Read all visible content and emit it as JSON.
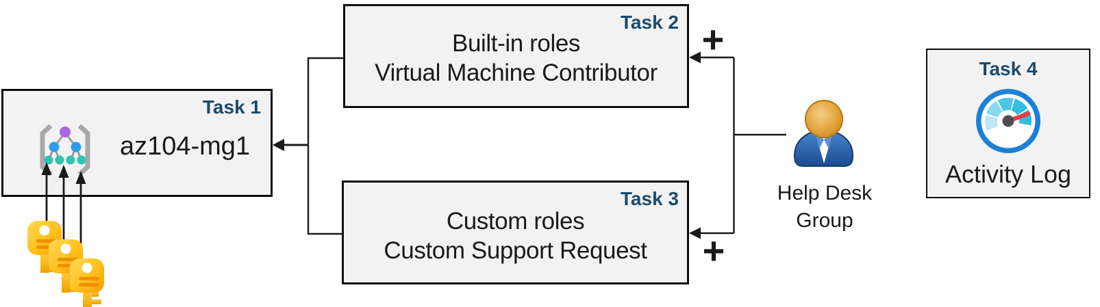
{
  "diagram": {
    "task1": {
      "label": "Task 1",
      "name": "az104-mg1",
      "icon": "management-group-icon"
    },
    "task2": {
      "label": "Task 2",
      "line1": "Built-in roles",
      "line2": "Virtual Machine Contributor"
    },
    "task3": {
      "label": "Task 3",
      "line1": "Custom roles",
      "line2": "Custom Support Request"
    },
    "task4": {
      "label": "Task 4",
      "caption": "Activity Log",
      "icon": "gauge-icon"
    },
    "helpdesk": {
      "line1": "Help Desk",
      "line2": "Group",
      "icon": "person-icon"
    },
    "plus_top": "+",
    "plus_bottom": "+",
    "keys_icon": "keys-icon",
    "colors": {
      "task_label": "#1B4A6E",
      "box_fill": "#F2F2F2",
      "box_border": "#0D0D0D",
      "text": "#1A1A1A",
      "connector": "#1A1A1A",
      "key_gold": "#FFC01E",
      "key_stripe": "#ED9100",
      "mg_bracket": "#A9A9A9",
      "mg_purple": "#A667DF",
      "mg_blue": "#2F9CEA",
      "mg_teal": "#2EC5B2",
      "person_blue": "#2E6DB4",
      "person_head": "#E2A23B",
      "gauge_ring": "#1C80D6",
      "gauge_needle": "#E8404A",
      "gauge_hub": "#4D4D4D"
    }
  }
}
